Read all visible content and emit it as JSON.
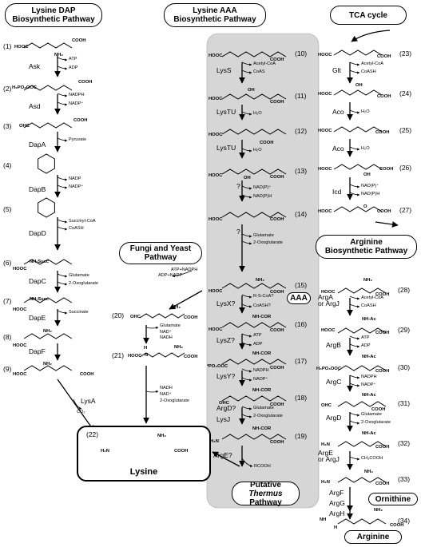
{
  "headers": {
    "dap": [
      "Lysine DAP",
      "Biosynthetic Pathway"
    ],
    "aaa": [
      "Lysine AAA",
      "Biosynthetic Pathway"
    ],
    "tca": "TCA cycle",
    "fungi": [
      "Fungi and Yeast",
      "Pathway"
    ],
    "arginine": [
      "Arginine",
      "Biosynthetic Pathway"
    ],
    "aaa_tag": "AAA",
    "putative": [
      "Putative ",
      "Thermus",
      "Pathway"
    ],
    "lysine_box": "Lysine",
    "ornithine_box": "Ornithine",
    "arginine_box": "Arginine"
  },
  "dap": {
    "nums": [
      "(1)",
      "(2)",
      "(3)",
      "(4)",
      "(5)",
      "(6)",
      "(7)",
      "(8)",
      "(9)"
    ],
    "enzymes": [
      "Ask",
      "Asd",
      "DapA",
      "DapB",
      "DapD",
      "DapC",
      "DapE",
      "DapF",
      "LysA"
    ],
    "cofactors": [
      [
        "ATP",
        "ADP"
      ],
      [
        "NADPH",
        "NADP⁺"
      ],
      [
        "Pyruvate"
      ],
      [
        "NADP",
        "NADP⁺"
      ],
      [
        "Succinyl-CoA",
        "CoASH"
      ],
      [
        "Glutamate",
        "2-Oxoglutarate"
      ],
      [
        "Succinate"
      ],
      [
        "CO₂"
      ]
    ],
    "chem": [
      "HOOC",
      "COOH",
      "NH₂",
      "H₂PO₃OOC",
      "OHC",
      "N",
      "NH-Succ",
      "NH₂",
      "H₂N"
    ]
  },
  "aaa": {
    "nums": [
      "(10)",
      "(11)",
      "(12)",
      "(13)",
      "(14)",
      "(15)",
      "(16)",
      "(17)",
      "(18)",
      "(19)"
    ],
    "enzymes": [
      "LysS",
      "LysTU",
      "LysTU",
      "?",
      "?",
      "LysX?",
      "LysZ?",
      "LysY?",
      "ArgD?",
      "LysJ",
      "ArgE?"
    ],
    "cofactors": [
      [
        "Acetyl-CoA",
        "CoAS"
      ],
      [
        "H₂O"
      ],
      [
        "H₂O"
      ],
      [
        "NAD(P)⁺",
        "NAD(P)H"
      ],
      [
        "Glutamate",
        "2-Oxoglutarate"
      ],
      [
        "R-S-CoA?",
        "CoASH?"
      ],
      [
        "ATP",
        "ADP"
      ],
      [
        "NADPH",
        "NADP⁺"
      ],
      [
        "Glutamate",
        "2-Oxoglutarate"
      ],
      [
        "RCOOH"
      ]
    ],
    "chem": [
      "HOOC",
      "COOH",
      "OH",
      "NH₂",
      "NH-COR",
      "²PO₃OOC",
      "OHC",
      "H₂N"
    ]
  },
  "fungi": {
    "nums": [
      "(20)",
      "(21)",
      "(22)"
    ],
    "cofactors": [
      "ATP+NADPH",
      "ADP+NADP",
      "Glutamate",
      "NAD⁺",
      "NADH",
      "NADH",
      "NAD⁺",
      "2-Oxoglutarate"
    ],
    "chem": [
      "OHC",
      "NH₂",
      "COOH",
      "HOOC",
      "H",
      "N",
      "NH₂",
      "H₂N",
      "NH₂",
      "COOH"
    ]
  },
  "tca": {
    "nums": [
      "(23)",
      "(24)",
      "(25)",
      "(26)",
      "(27)"
    ],
    "enzymes": [
      "Glt",
      "Aco",
      "Aco",
      "Icd"
    ],
    "cofactors": [
      [
        "Acetyl-CoA",
        "CoASH"
      ],
      [
        "H₂O"
      ],
      [
        "H₂O"
      ],
      [
        "NAD(P)⁺",
        "NAD(P)H"
      ]
    ],
    "chem": [
      "HOOC",
      "COOH",
      "OH",
      "O"
    ]
  },
  "arg": {
    "nums": [
      "(28)",
      "(29)",
      "(30)",
      "(31)",
      "(32)",
      "(33)",
      "(34)"
    ],
    "enzymes": [
      "ArgA",
      "or ArgJ",
      "ArgB",
      "ArgC",
      "ArgD",
      "ArgE",
      "or ArgJ",
      "ArgF",
      "ArgG",
      "ArgH"
    ],
    "cofactors": [
      [
        "Acetyl-CoA",
        "CoASH"
      ],
      [
        "ATP",
        "ADP"
      ],
      [
        "NADPH",
        "NADP⁺"
      ],
      [
        "Glutamate",
        "2-Oxoglutarate"
      ],
      [
        "CH₃COOH"
      ]
    ],
    "chem": [
      "HOOC",
      "NH₂",
      "COOH",
      "NH-Ac",
      "H₃PO₃OOC",
      "OHC",
      "H₂N",
      "H₂N",
      "NH",
      "NH₂",
      "COOH",
      "H"
    ]
  }
}
